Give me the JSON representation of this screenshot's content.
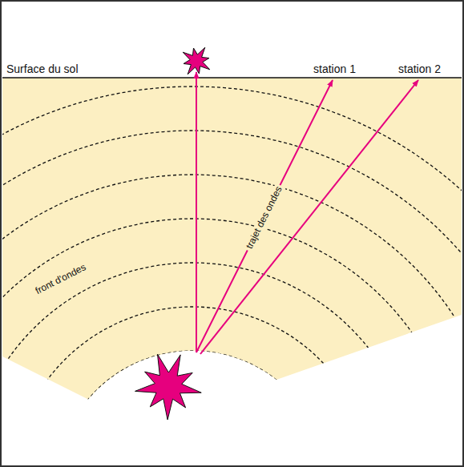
{
  "diagram": {
    "labels": [
      "Surface du sol",
      "station 1",
      "station 2",
      "trajet des ondes",
      "front d'ondes"
    ]
  }
}
